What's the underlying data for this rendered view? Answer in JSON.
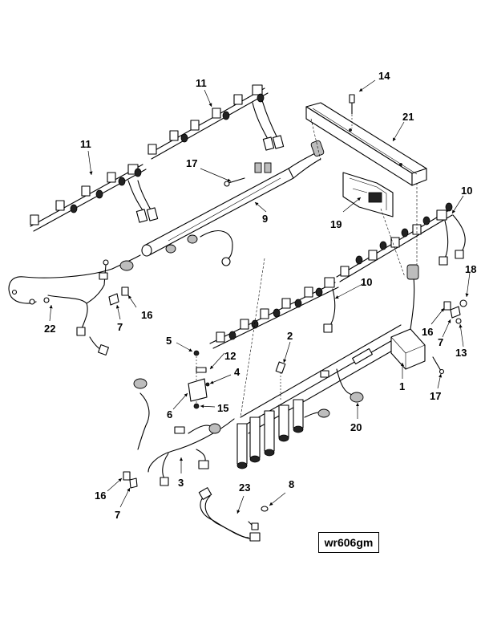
{
  "callouts": {
    "c1": "1",
    "c2": "2",
    "c3": "3",
    "c4": "4",
    "c5": "5",
    "c6": "6",
    "c7a": "7",
    "c7b": "7",
    "c7c": "7",
    "c8": "8",
    "c9": "9",
    "c10a": "10",
    "c10b": "10",
    "c11a": "11",
    "c11b": "11",
    "c12": "12",
    "c13": "13",
    "c14": "14",
    "c15": "15",
    "c16a": "16",
    "c16b": "16",
    "c16c": "16",
    "c17a": "17",
    "c17b": "17",
    "c18": "18",
    "c19": "19",
    "c20": "20",
    "c21": "21",
    "c22": "22",
    "c23": "23"
  },
  "reference_code": "wr606gm"
}
